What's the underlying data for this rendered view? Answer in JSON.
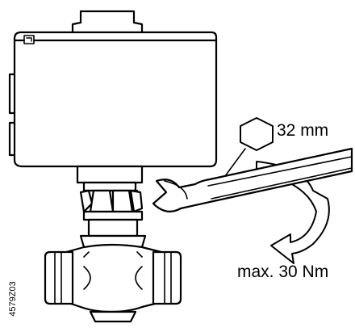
{
  "labels": {
    "hex_size": "32 mm",
    "torque": "max. 30 Nm",
    "document_id": "4579Z03"
  },
  "icons": {
    "hex_symbol": "hexagon-icon",
    "rotation_arrow": "curved-arrow-icon",
    "wrench": "wrench-icon"
  },
  "colors": {
    "line": "#000000",
    "fill": "#ffffff"
  }
}
